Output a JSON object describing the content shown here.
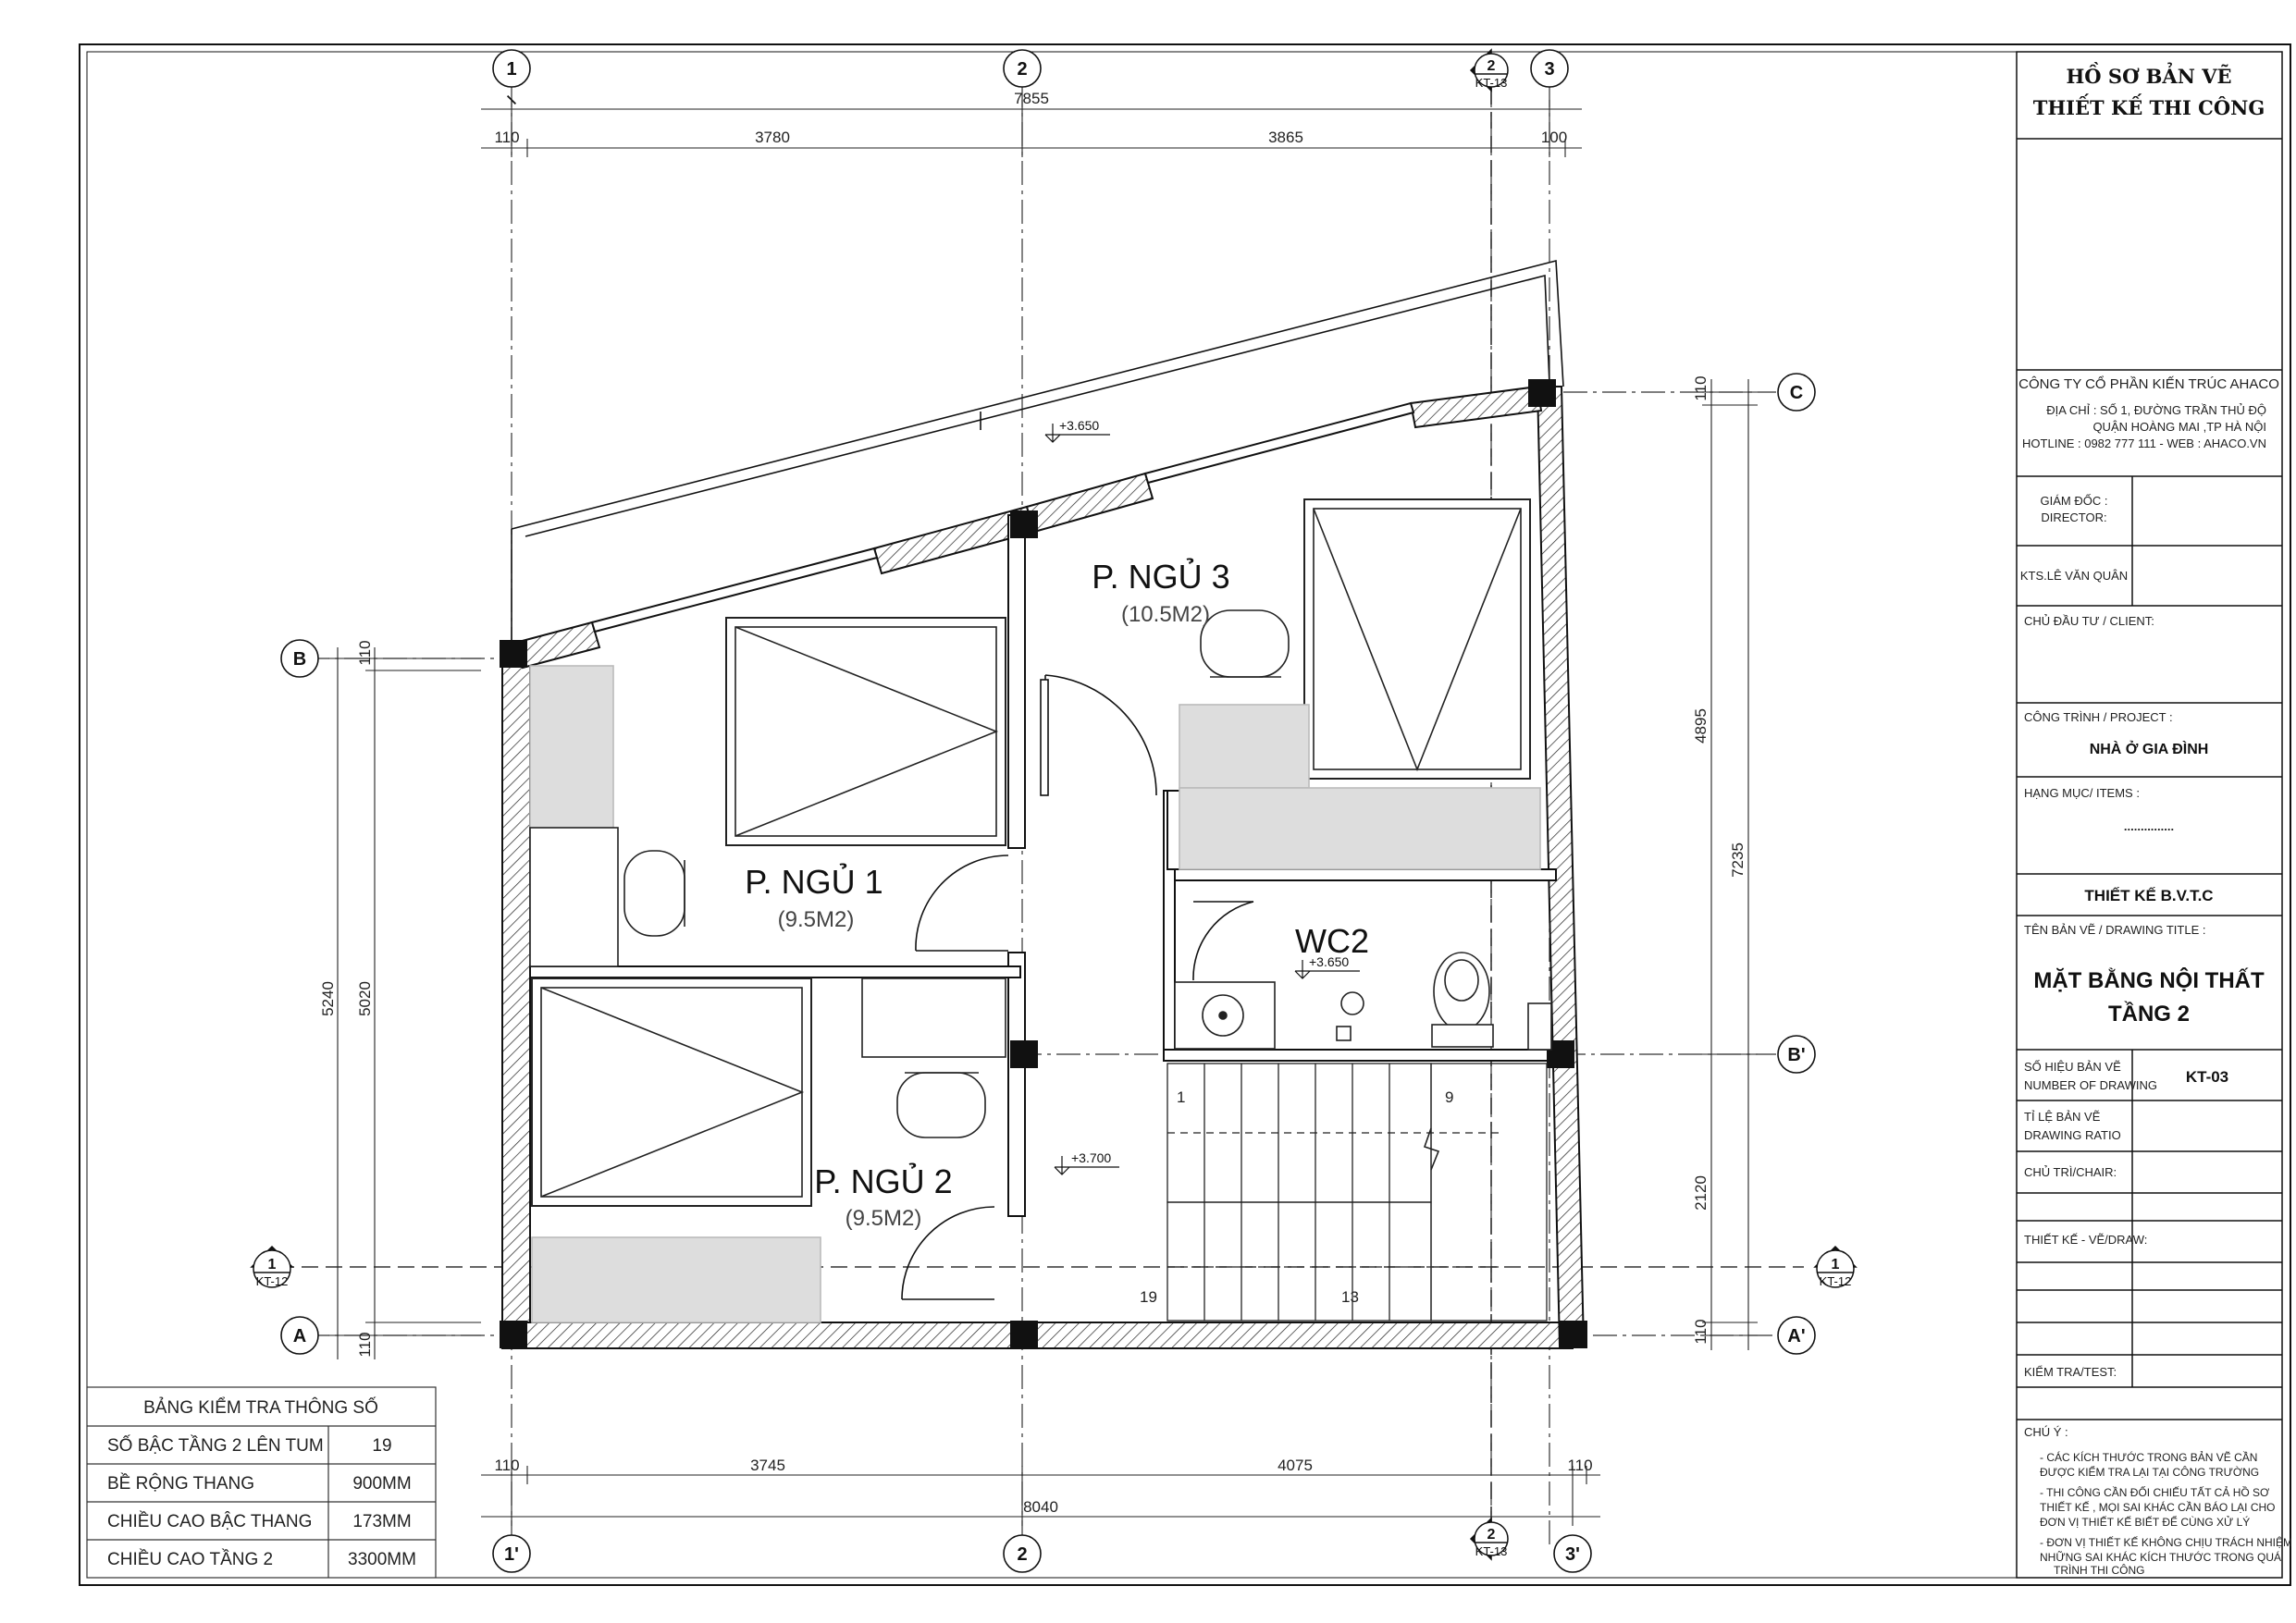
{
  "grid": {
    "top": [
      "1",
      "2",
      "3"
    ],
    "bottom": [
      "1'",
      "2",
      "3'"
    ],
    "left": [
      "B",
      "A"
    ],
    "right": [
      "C",
      "B'",
      "A'"
    ],
    "section_top": {
      "num": "2",
      "sheet": "KT-13"
    },
    "section_bottom": {
      "num": "2",
      "sheet": "KT-13"
    },
    "section_left": {
      "num": "1",
      "sheet": "KT-12"
    },
    "section_right": {
      "num": "1",
      "sheet": "KT-12"
    }
  },
  "dims": {
    "top_total": "7855",
    "top_a": "110",
    "top_b": "3780",
    "top_c": "3865",
    "top_d": "100",
    "bottom_total": "8040",
    "bottom_a": "110",
    "bottom_b": "3745",
    "bottom_c": "4075",
    "bottom_d": "110",
    "left_outer": "5240",
    "left_inner": "5020",
    "left_top": "110",
    "left_bottom": "110",
    "right_total": "7235",
    "right_upper": "4895",
    "right_lower": "2120",
    "right_top": "110",
    "right_bottom": "110"
  },
  "rooms": {
    "r1_name": "P. NGỦ 1",
    "r1_area": "(9.5M2)",
    "r2_name": "P. NGỦ 2",
    "r2_area": "(9.5M2)",
    "r3_name": "P. NGỦ 3",
    "r3_area": "(10.5M2)",
    "wc_name": "WC2"
  },
  "levels": {
    "l1": "+3.650",
    "l2": "+3.650",
    "l3": "+3.700"
  },
  "stairs": {
    "s1": "1",
    "s9": "9",
    "s13": "13",
    "s19": "19"
  },
  "param_table": {
    "title": "BẢNG KIỂM TRA THÔNG SỐ",
    "rows": [
      {
        "label": "SỐ BẬC TẦNG 2 LÊN TUM",
        "value": "19"
      },
      {
        "label": "BỀ RỘNG THANG",
        "value": "900MM"
      },
      {
        "label": "CHIỀU CAO BẬC THANG",
        "value": "173MM"
      },
      {
        "label": "CHIỀU CAO TẦNG 2",
        "value": "3300MM"
      }
    ]
  },
  "title_block": {
    "header_1": "HỒ SƠ BẢN VẼ",
    "header_2": "THIẾT KẾ THI CÔNG",
    "company": "CÔNG TY CỔ PHẦN KIẾN TRÚC AHACO",
    "address_1": "ĐỊA CHỈ : SỐ 1, ĐƯỜNG TRẦN THỦ ĐỘ",
    "address_2": "QUẬN HOÀNG MAI ,TP HÀ NỘI",
    "hotline": "HOTLINE : 0982 777 111  -  WEB : AHACO.VN",
    "director_1": "GIÁM ĐỐC :",
    "director_2": "DIRECTOR:",
    "architect": "KTS.LÊ VĂN QUÂN",
    "client": "CHỦ ĐẦU TƯ / CLIENT:",
    "project_label": "CÔNG TRÌNH / PROJECT :",
    "project": "NHÀ Ở GIA ĐÌNH",
    "items_label": "HẠNG MỤC/ ITEMS :",
    "items": "...............",
    "stage": "THIẾT KẾ B.V.T.C",
    "drawing_title_label": "TÊN BẢN VẼ / DRAWING TITLE :",
    "drawing_title_1": "MẶT BẰNG NỘI THẤT",
    "drawing_title_2": "TẦNG 2",
    "number_label_1": "SỐ HIỆU BẢN VẼ",
    "number_label_2": "NUMBER OF DRAWING",
    "number": "KT-03",
    "ratio_label_1": "TỈ LỆ BẢN VẼ",
    "ratio_label_2": "DRAWING RATIO",
    "chair": "CHỦ TRÌ/CHAIR:",
    "draw": "THIẾT KẾ - VẼ/DRAW:",
    "test": "KIỂM TRA/TEST:",
    "notes_label": "CHÚ Ý :",
    "note_1a": "- CÁC KÍCH THƯỚC TRONG BẢN VẼ CẦN",
    "note_1b": "ĐƯỢC KIỂM TRA LẠI TẠI CÔNG TRƯỜNG",
    "note_2a": "- THI CÔNG CẦN ĐỐI CHIẾU TẤT CẢ HỒ SƠ",
    "note_2b": "THIẾT KẾ , MỌI SAI KHÁC CẦN BÁO LẠI CHO",
    "note_2c": "ĐƠN VỊ THIẾT KẾ BIẾT ĐỂ CÙNG XỬ LÝ",
    "note_3a": "- ĐƠN VỊ THIẾT KẾ KHÔNG CHỊU TRÁCH NHIỆM",
    "note_3b": "NHỮNG SAI KHÁC KÍCH THƯỚC TRONG QUÁ",
    "note_3c": "TRÌNH THI CÔNG"
  }
}
